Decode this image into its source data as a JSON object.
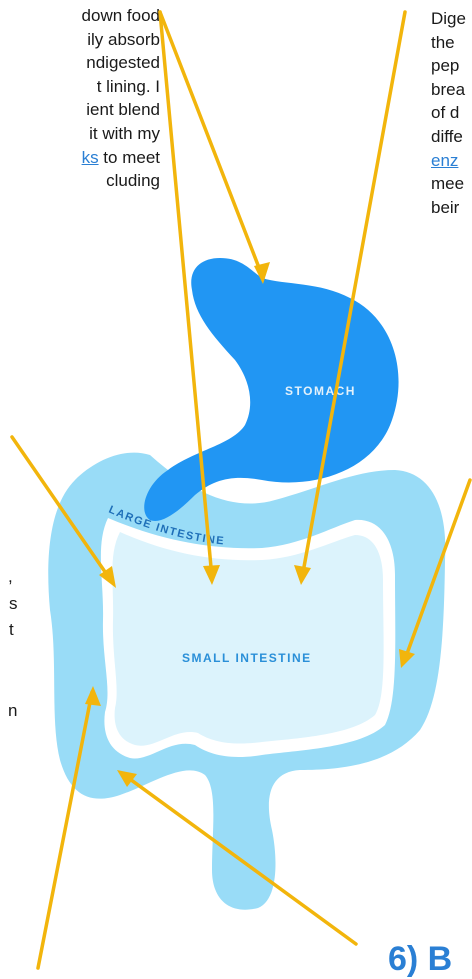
{
  "left_text": {
    "lines": [
      "down food",
      "ily absorb",
      "ndigested",
      "t lining.  I",
      "ient blend",
      "it with my"
    ],
    "line7_link": "ks",
    "line7_rest": " to meet",
    "line8": "cluding"
  },
  "right_text": {
    "lines": [
      "Dige",
      "the",
      "pep",
      "brea",
      "of d",
      "diffe"
    ],
    "link": "enz",
    "line8": "mee",
    "line9": "beir"
  },
  "left_fragments": {
    "f1": ",",
    "f2": "s",
    "f3": "t",
    "f4": "n"
  },
  "labels": {
    "stomach": "STOMACH",
    "large_intestine": "LARGE INTESTINE",
    "small_intestine": "SMALL INTESTINE"
  },
  "heading": "6) B",
  "colors": {
    "stomach": "#2196f3",
    "large_intestine": "#99dcf7",
    "small_intestine": "#dcf3fc",
    "gap": "#ffffff",
    "arrow": "#f2b50c",
    "link": "#2a7fd4"
  }
}
